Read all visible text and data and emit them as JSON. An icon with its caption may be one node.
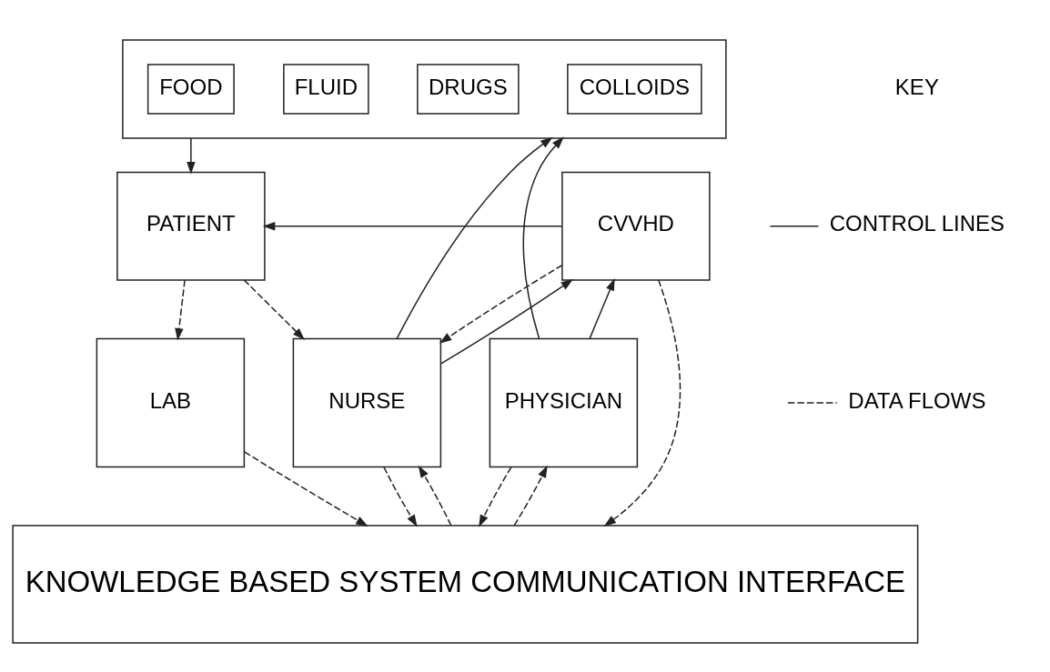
{
  "diagram": {
    "nodes": [
      {
        "text": [],
        "shape": "box"
      },
      {
        "text": [
          "FOOD"
        ],
        "in": 0
      },
      {
        "text": [
          "FLUID"
        ],
        "in": 0
      },
      {
        "text": [
          "DRUGS"
        ],
        "in": 0
      },
      {
        "text": [
          "COLLOIDS"
        ],
        "in": 0
      },
      {
        "text": [
          "PATIENT"
        ]
      },
      {
        "text": [
          "CVVHD"
        ]
      },
      {
        "text": [
          "LAB"
        ]
      },
      {
        "text": [
          "NURSE"
        ]
      },
      {
        "text": [
          "PHYSICIAN"
        ]
      },
      {
        "text": [
          "KNOWLEDGE BASED SYSTEM COMMUNICATION INTERFACE"
        ]
      }
    ],
    "edges": [
      {
        "from": 0,
        "to": 5,
        "arrow": "to"
      },
      {
        "from": 6,
        "to": 5,
        "arrow": "to"
      },
      {
        "from": 8,
        "to": 0,
        "arrow": "to"
      },
      {
        "from": 8,
        "to": 6,
        "arrow": "to"
      },
      {
        "from": 9,
        "to": 0,
        "arrow": "to"
      },
      {
        "from": 9,
        "to": 6,
        "arrow": "to"
      },
      {
        "from": 5,
        "to": 7,
        "arrow": "to",
        "style": "dashed"
      },
      {
        "from": 5,
        "to": 8,
        "arrow": "to",
        "style": "dashed"
      },
      {
        "from": 6,
        "to": 8,
        "arrow": "to",
        "style": "dashed"
      },
      {
        "from": 6,
        "to": 10,
        "arrow": "to",
        "style": "dashed"
      },
      {
        "from": 7,
        "to": 10,
        "arrow": "to",
        "style": "dashed"
      },
      {
        "from": 8,
        "to": 10,
        "arrow": "to",
        "style": "dashed"
      },
      {
        "from": 10,
        "to": 8,
        "arrow": "to",
        "style": "dashed"
      },
      {
        "from": 9,
        "to": 10,
        "arrow": "to",
        "style": "dashed"
      },
      {
        "from": 10,
        "to": 9,
        "arrow": "to",
        "style": "dashed"
      }
    ],
    "labels": [
      "KEY"
    ],
    "legend": [
      {
        "text": "CONTROL LINES"
      },
      {
        "text": "DATA FLOWS"
      }
    ]
  }
}
